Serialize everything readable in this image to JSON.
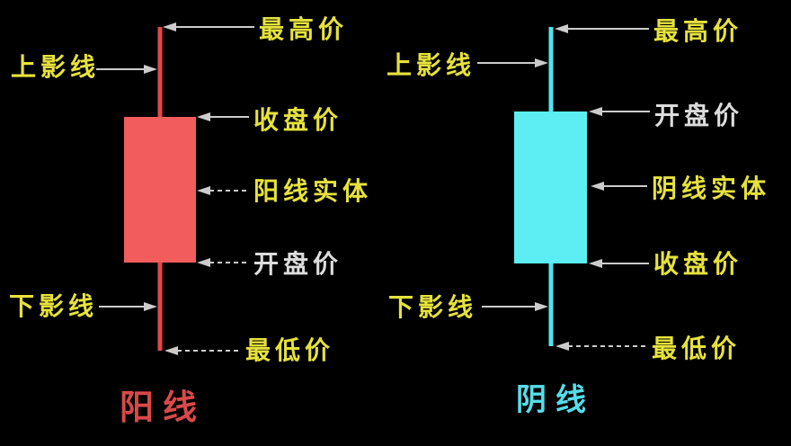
{
  "diagram": {
    "background": "#000000",
    "arrow_color": "#cccccc",
    "yellow": "#e6e23c",
    "white": "#dcdcdc",
    "left": {
      "type": "bullish-candle",
      "title": "阳线",
      "title_color": "#d94949",
      "body_color": "#f25c5c",
      "wick_color": "#e34848",
      "labels": {
        "highest": "最高价",
        "upper_shadow": "上影线",
        "close": "收盘价",
        "body": "阳线实体",
        "open": "开盘价",
        "lower_shadow": "下影线",
        "lowest": "最低价"
      }
    },
    "right": {
      "type": "bearish-candle",
      "title": "阴线",
      "title_color": "#55dde8",
      "body_color": "#5ceef2",
      "wick_color": "#4fe3ee",
      "labels": {
        "highest": "最高价",
        "upper_shadow": "上影线",
        "open": "开盘价",
        "body": "阴线实体",
        "close": "收盘价",
        "lower_shadow": "下影线",
        "lowest": "最低价"
      }
    }
  }
}
